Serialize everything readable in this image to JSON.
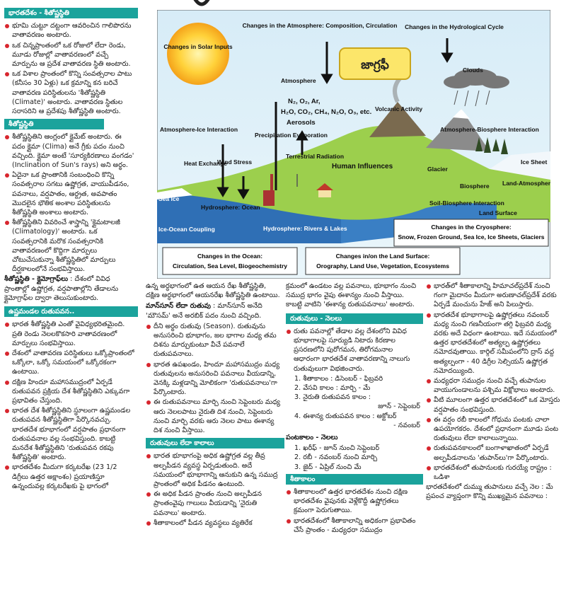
{
  "col1": {
    "h1": "భారతదేశం - శీతోష్ణస్థితి",
    "p1": [
      "భూమి చుట్టూ దట్టంగా ఆవరించిన గాలిపొరను వాతావరణం అంటారు.",
      "ఒక చిన్నప్రాంతంలో ఒక రోజులో లేదా రెండు, మూడు రోజుల్లో వాతావరణంలో వచ్చే మార్పును ఆ ప్రదేశ వాతావరణ స్థితి అంటారు.",
      "ఒక విశాల ప్రాంతంలో కొన్ని సంవత్సరాల పాటు (కనీసం 30 ఏళ్లు) ఒక క్రమాన్ని కన బరిచే వాతావరణ పరిస్థితులను 'శీతోష్ణస్థితి (Climate)' అంటారు. వాతావరణ స్థితుల సరాసరిని ఆ ప్రదేశపు శీతోష్ణస్థితి అంటారు."
    ],
    "h2": "శీతోష్ణస్థితి",
    "p2": [
      "శీతోష్ణస్థితిని ఆంగ్లంలో క్లైమేట్ అంటారు. ఈ పదం క్లైమా (Clima) అనే గ్రీకు పదం నుంచి వచ్చింది. క్లైమా అంటే 'సూర్యకిరణాలు వంగడం' (Inclination of Sun's rays) అని అర్థం.",
      "ఏదైనా ఒక ప్రాంతానికి సంబంధించి కొన్ని సంవత్సరాల సగటు ఉష్ణోగ్రత, వాయుపీడనం, పవనాలు, వర్షపాతం, ఆర్ద్రత, అవపాతం మొదలైన భౌతిక అంశాల పరిస్థితులను శీతోష్ణస్థితి అంశాలు అంటారు.",
      "శీతోష్ణస్థితిని వివరించే శాస్త్రాన్ని 'క్లైమటాలజీ (Climatology)' అంటారు. ఒక సంవత్సరానికి మరొక సంవత్సరానికి వాతావరణంలో కొద్దిగా మార్పులు చోటుచేసుకున్నా శీతోష్ణస్థితిలో మార్పులు దీర్ఘకాలంలోనే సంభవిస్తాయి."
    ],
    "def_term": "శీతోష్ణస్థితి - క్లైమోగ్రాఫ్‌లు",
    "def_text": ": దేశంలో వివిధ ప్రాంతాల్లో ఉష్ణోగ్రత, వర్షపాతాల్లోని తేడాలను క్లైమోగ్రాఫ్‌ల ద్వారా తెలుసుకుంటారు.",
    "h3": "ఉష్ణమండల రుతుపవన..",
    "p3": [
      "భారత శీతోష్ణస్థితి ఎంతో వైవిధ్యభరితమైంది. ప్రతి రెండు నెలలకొకసారి వాతావరణంలో మార్పులు సంభవిస్తాయి.",
      "దేశంలో వాతావరణ పరిస్థితులు ఒక్కోప్రాంతంలో ఒక్కోలా, ఒక్కో సమయంలో ఒక్కోరకంగా ఉంటాయి.",
      "దక్షిణ హిందూ మహాసముద్రంలో ఏర్పడే రుతుపవన ప్రక్రియ దేశ శీతోష్ణస్థితిని ఎక్కువగా ప్రభావితం చేస్తుంది.",
      "భారత దేశ శీతోష్ణస్థితిని స్థూలంగా ఉష్ణమండల రుతుపవన శీతోష్ణస్థితిగా పేర్కొనవచ్చు. భారతదేశ భూభాగంలో వర్షపాతం ప్రధానంగా రుతుపవనాల వల్ల సంభవిస్తుంది. కాబట్టి మనదేశ శీతోష్ణస్థితిని 'రుతుపవన రకపు శీతోష్ణస్థితి' అంటారు.",
      "భారతదేశం మీదుగా కర్కటరేఖ (23 1/2 డిగ్రీలు ఉత్తర అక్షాంశం) ప్రయాణిస్తూ ఉన్నందువల్ల కర్కటరేఖకు పై భాగంలో"
    ]
  },
  "diagram": {
    "labels": {
      "solar": "Changes in Solar Inputs",
      "atmos_change": "Changes in the Atmosphere: Composition, Circulation",
      "hydro_change": "Changes in the Hydrological Cycle",
      "jagrafi": "జాగ్రఫీ",
      "atmosphere": "Atmosphere",
      "clouds": "Clouds",
      "gases1": "N₂, O₂, Ar,",
      "gases2": "H₂O, CO₂, CH₄, N₂O, O₃, etc.",
      "aerosols": "Aerosols",
      "volcanic": "Volcanic Activity",
      "atm_ice": "Atmosphere-Ice Interaction",
      "heat": "Heat Exchange",
      "wind": "Wind Stress",
      "precip": "Precipitation Evaporation",
      "terrestrial": "Terrestrial Radiation",
      "human": "Human Influences",
      "glacier": "Glacier",
      "atm_bio": "Atmosphere-Biosphere Interaction",
      "ice_sheet": "Ice Sheet",
      "sea_ice": "Sea Ice",
      "hydro_ocean": "Hydrosphere: Ocean",
      "biosphere": "Biosphere",
      "land_atm": "Land-Atmosphere Interaction",
      "soil_bio": "Soil-Biosphere Interaction",
      "land_surface": "Land Surface",
      "ice_ocean": "Ice-Ocean Coupling",
      "hydro_rivers": "Hydrosphere: Rivers & Lakes",
      "cryo1": "Changes in the Cryosphere:",
      "cryo2": "Snow, Frozen Ground, Sea Ice, Ice Sheets, Glaciers",
      "ocean1": "Changes in the Ocean:",
      "ocean2": "Circulation, Sea Level, Biogeochemistry",
      "land1": "Changes in/on the Land Surface:",
      "land2": "Orography, Land Use, Vegetation, Ecosystems"
    }
  },
  "col2": {
    "p0": "ఉన్న అర్ధభాగంలో ఉత ఆయన రేఖ శీతోష్ణస్థితి, దక్షిణ అర్ధభాగంలో ఆయనరేఖ శీతోష్ణస్థితి ఉంటాయి.",
    "def_term": "మాన్‌సూన్ లేదా రుతువు",
    "def_text": ": మాన్‌సూన్ అనేది 'మౌసమ్' అనే అరబిక్ పదం నుంచి వచ్చింది.",
    "p1": [
      "దీని అర్థం రుతువు (Season). రుతువును అనుసరించి భూభాగం, జల భాగాల మధ్య తమ దిశను మార్చుకుంటూ వీచే పవనాలే రుతుపవనాలు.",
      "భారత ఉపఖండం, హిందూ మహాసముద్రం మధ్య రుతువులను అనుసరించి పవనాలు వీయడాన్ని, వెనక్కి మళ్లడాన్ని మోలికంగా 'రుతుపవనాలు'గా పేర్కొంటారు.",
      "ఈ రుతుపవనాలు మార్చి నుంచి సెప్టెంబరు మధ్య ఆరు నెలలపాటు నైరుతి దిశ నుంచి, సెప్టెంబరు నుంచి మార్చి వరకు ఆరు నెలల పాటు ఈశాన్య దిశ నుంచి వీస్తాయి."
    ],
    "h1": "రుతువులు లేదా కాలాలు",
    "p2": [
      "భారత భూభాగంపై అధిక ఉష్ణోగ్రత వల్ల తీవ్ర అల్పపీడన వ్యవస్థ ఏర్పడుతుంది. అదే సమయంలో భూభాగాన్ని ఆనుకుని ఉన్న సముద్ర ప్రాంతంలో అధిక పీడనం ఉంటుంది.",
      "ఈ అధిక పీడన ప్రాంతం నుంచి అల్పపీడన ప్రాంతంవైపు గాలులు వీయడాన్ని 'నైరుతి పవనాలు' అంటారు.",
      "శీతాకాలంలో పీడన వ్యవస్థలు వ్యతిరేక"
    ]
  },
  "col3": {
    "p0": "క్రమంలో ఉండటం వల్ల పవనాలు, భూభాగం నుంచి సముద్ర భాగం వైపు ఈశాన్యం నుంచి వీస్తాయి. కాబట్టి వాటిని 'ఈశాన్య రుతుపవనాలు' అంటారు.",
    "h1": "రుతువులు - నెలలు",
    "p1": "రుతు పవనాల్లో తేడాల వల్ల దేశంలోని వివిధ భూభాగాలపై సూర్యుడి నిటారు కిరణాల ప్రసరణలోని పురోగమన, తిరోగమనాల ఆధారంగా భారతదేశ వాతావరణాన్ని నాలుగు రుతువులుగా విభజించారు.",
    "seasons": [
      "1. శీతాకాలం : డిసెంబర్ - ఫిబ్రవరి",
      "2. వేసవి కాలం : మార్చి - మే",
      "3. నైరుతి రుతుపవన కాలం :",
      "జూన్ - సెప్టెంబర్",
      "4. ఈశాన్య రుతుపవన కాలం : అక్టోబర్",
      "- నవంబర్"
    ],
    "crop_head": "పంటకాలం - నెలలు",
    "crops": [
      "1. ఖరీఫ్ - జూన్ నుంచి సెప్టెంబర్",
      "2. రబీ - నవంబర్ నుంచి మార్చి",
      "3. జైద్ - ఏప్రిల్ నుంచి మే"
    ],
    "h2": "శీతాకాలం",
    "p2": [
      "శీతాకాలంలో ఉత్తర భారతదేశం నుంచి దక్షిణ భారతదేశం వైపునకు వెళ్లేకొద్దీ ఉష్ణోగ్రతలు క్రమంగా పెరుగుతాయి.",
      "భారతదేశంలో శీతాకాలాన్ని అధికంగా ప్రభావితం చేసే ప్రాంతం - మధ్యధరా సముద్రం"
    ]
  },
  "col4": {
    "p": [
      "భారత్‌లో శీతాకాలాన్ని హిమాచల్‌ప్రదేశ్ నుంచి గంగా మైదానం మీదుగా అరుణాచల్‌ప్రదేశ్ వరకు ఏర్పడే మంచును హేజ్ అని పిలుస్తారు.",
      "భారతదేశ భూభాగాలపై ఉష్ణోగ్రతలు నవంబర్ మధ్య నుంచి గణనీయంగా తగ్గి ఫిబ్రవరి మధ్య వరకు అదే విధంగా ఉంటాయి. ఇదే సమయంలో ఉత్తర భారతదేశంలో అత్యల్ప ఉష్ణోగ్రతలు నమోదవుతాయి. కార్గిల్ సమీపంలోని ద్రాస్ వద్ద అత్యల్పంగా - 40 డిగ్రీల సెల్సియస్ ఉష్ణోగ్రత నమోదయ్యింది.",
      "మధ్యధరా సముద్రం నుంచి వచ్చే తుపానుల వాయుగుండాలను పశ్చిమ విక్షోభాలు అంటారు.",
      "వీటి మూలంగా ఉత్తర భారతదేశంలో ఒక మోస్తరు వర్షపాతం సంభవిస్తుంది.",
      "ఈ వర్షం రబీ కాలంలో గోధుమ పంటకు చాలా ఉపయోగకరం. దేశంలో ప్రధానంగా మూడు పంట రుతువులు లేదా కాలాలున్నాయి.",
      "రుతుపవనకాలంలో బంగాళాఖాతంలో ఏర్పడే అల్పపీడనాలను 'తుపాన్‌లు'గా పేర్కొంటారు.",
      "భారతదేశంలో తుపానులకు గురయ్యే రాష్ట్రం : ఒడిశా"
    ],
    "tail": "భారతదేశంలో దుమ్ము తుపానులు వచ్చే నెల : మే ప్రపంచ వ్యాప్తంగా కొన్ని ముఖ్యమైన పవనాలు :"
  }
}
